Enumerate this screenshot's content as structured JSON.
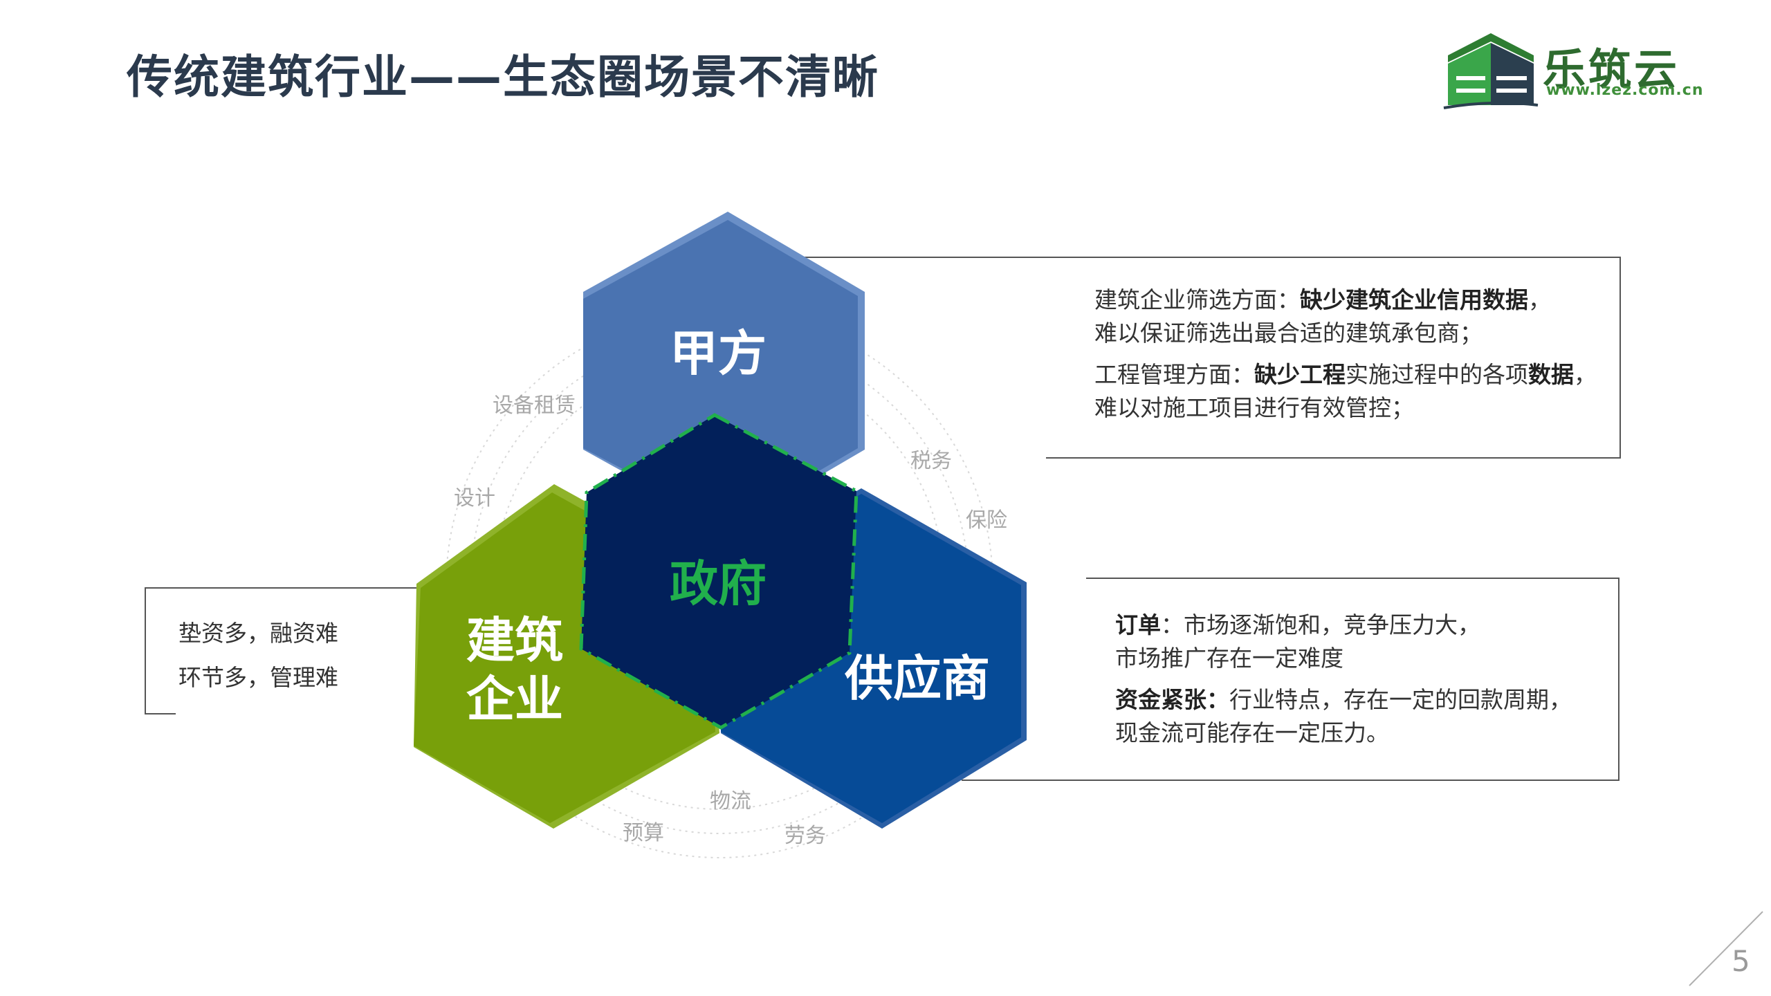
{
  "title": "传统建筑行业——生态圈场景不清晰",
  "logo": {
    "name": "乐筑云",
    "url": "www.lzez.com.cn"
  },
  "colors": {
    "green_accent": "#2f9e45",
    "jiafang": "#4a73b1",
    "jianzhu": "#78a00a",
    "supplier": "#064b97",
    "center": "#02205a",
    "center_text": "#21b04c"
  },
  "hexagons": {
    "jiafang": "甲方",
    "jianzhu_line1": "建筑",
    "jianzhu_line2": "企业",
    "supplier": "供应商",
    "center": "政府"
  },
  "ring_labels": {
    "equipment": "设备租赁",
    "design": "设计",
    "tax": "税务",
    "insurance": "保险",
    "logistics": "物流",
    "budget": "预算",
    "labor": "劳务"
  },
  "left_panel": {
    "line1": "垫资多，融资难",
    "line2": "环节多，管理难"
  },
  "top_right_panel": {
    "p1_a": "建筑企业筛选方面：",
    "p1_b": "缺少建筑企业信用数据",
    "p1_c": "，",
    "p1_d": "难以保证筛选出最合适的建筑承包商；",
    "p2_a": "工程管理方面：",
    "p2_b": "缺少工程",
    "p2_c": "实施过程中的各项",
    "p2_d": "数据",
    "p2_e": "，",
    "p2_f": "难以对施工项目进行有效管控；"
  },
  "bottom_right_panel": {
    "p1_a": "订单",
    "p1_b": "：市场逐渐饱和，竞争压力大，",
    "p1_c": "市场推广存在一定难度",
    "p2_a": "资金紧张：",
    "p2_b": "行业特点，存在一定的回款周期，",
    "p2_c": "现金流可能存在一定压力。"
  },
  "page_number": "5"
}
